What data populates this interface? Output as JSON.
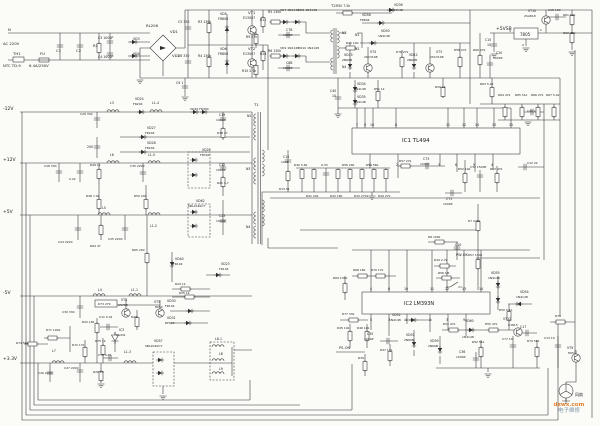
{
  "colors": {
    "ink": "#2e2e2e",
    "paper": "#fbfbf8",
    "watermark_orange": "#e08030",
    "watermark_gray": "#7f95a5"
  },
  "watermark": {
    "line1": "dzwx.com",
    "line2": "电子维修"
  },
  "labels": [
    [
      "N",
      8,
      31
    ],
    [
      "AC 220V",
      3,
      45
    ],
    [
      "TH1",
      13,
      55
    ],
    [
      "NTC TD-9",
      3,
      67
    ],
    [
      "FU",
      40,
      55
    ],
    [
      "6.4A/250V",
      29,
      67
    ],
    [
      "C1",
      56,
      52
    ],
    [
      "C2",
      76,
      52
    ],
    [
      "C3 1000P",
      98,
      39,
      3.2
    ],
    [
      "R1",
      93,
      47
    ],
    [
      "C4 1000P",
      98,
      58,
      3.2
    ],
    [
      "VD3",
      133,
      40,
      3.2
    ],
    [
      "VD4",
      133,
      55,
      3.2
    ],
    [
      "RL206",
      146,
      27
    ],
    [
      "VD1",
      170,
      33
    ],
    [
      "VD2",
      172,
      57
    ],
    [
      "C9 1",
      176,
      84,
      3.2
    ],
    [
      "C5 330",
      178,
      23,
      3.2
    ],
    [
      "R3 130k",
      198,
      23,
      3.2
    ],
    [
      "C6 330",
      178,
      57,
      3.2
    ],
    [
      "R4 130k",
      198,
      57,
      3.2
    ],
    [
      "VD5",
      220,
      15,
      3.2
    ],
    [
      "FR806",
      218,
      20,
      3.2
    ],
    [
      "VT1",
      248,
      14
    ],
    [
      "E13007",
      243,
      19,
      3.2
    ],
    [
      "VD6",
      220,
      50,
      3.2
    ],
    [
      "FR806",
      218,
      55,
      3.2
    ],
    [
      "VT2",
      248,
      50
    ],
    [
      "E13007",
      243,
      55,
      3.2
    ],
    [
      "R11",
      260,
      21,
      3.2
    ],
    [
      "R9 27k",
      246,
      38,
      3.2
    ],
    [
      "R26",
      260,
      55,
      3.2
    ],
    [
      "R10 2.7k",
      242,
      72,
      3.2
    ],
    [
      "R5 130k",
      268,
      13,
      3.2
    ],
    [
      "VD7 1N4148",
      280,
      11,
      3
    ],
    [
      "VD8 1N4148",
      298,
      11,
      3
    ],
    [
      "R6 130k",
      268,
      52,
      3.2
    ],
    [
      "VD9 1N4148",
      280,
      49,
      3
    ],
    [
      "VD10 1N4148",
      298,
      49,
      3
    ],
    [
      "C7B",
      286,
      31,
      3.2
    ],
    [
      "1000P",
      283,
      36,
      3
    ],
    [
      "C8B",
      286,
      64,
      3.2
    ],
    [
      "1000P",
      283,
      69,
      3
    ],
    [
      "T2",
      331,
      7
    ],
    [
      "N3",
      342,
      34,
      3.2
    ],
    [
      "N1",
      355,
      36,
      3.2
    ],
    [
      "N2",
      355,
      50,
      3.2
    ],
    [
      "N4",
      342,
      68,
      3.2
    ],
    [
      "R45 100",
      346,
      44,
      3
    ],
    [
      "R50 7.5k",
      336,
      7,
      3.2
    ],
    [
      "VD36",
      394,
      6,
      3.2
    ],
    [
      "1N4148",
      391,
      11,
      3
    ],
    [
      "VD58",
      362,
      16,
      3.2
    ],
    [
      "FR804",
      360,
      21,
      3
    ],
    [
      "VD50",
      381,
      32,
      3.2
    ],
    [
      "1N4148",
      378,
      37,
      3
    ],
    [
      "VD15",
      344,
      56,
      3.2
    ],
    [
      "2N60B",
      342,
      61,
      3
    ],
    [
      "VT4",
      370,
      53,
      3.2
    ],
    [
      "2SC3198",
      364,
      58,
      3
    ],
    [
      "R76 27k",
      396,
      53,
      3
    ],
    [
      "VD12",
      409,
      56,
      3.2
    ],
    [
      "2N60B",
      407,
      61,
      3
    ],
    [
      "VT3",
      436,
      53,
      3.2
    ],
    [
      "2SC3198",
      430,
      58,
      3
    ],
    [
      "R58 27k",
      454,
      51,
      3
    ],
    [
      "R60 27k",
      473,
      51,
      3
    ],
    [
      "C20",
      496,
      54,
      3.2
    ],
    [
      "1000P",
      493,
      59,
      3
    ],
    [
      "R59 1k",
      435,
      88,
      3
    ],
    [
      "VD34",
      357,
      85,
      3.2
    ],
    [
      "1N4148",
      354,
      90,
      3
    ],
    [
      "VD35",
      357,
      98,
      3.2
    ],
    [
      "1N4148",
      354,
      103,
      3
    ],
    [
      "R51 1k",
      374,
      90,
      3
    ],
    [
      "C40",
      330,
      92,
      3.2
    ],
    [
      "10",
      332,
      97,
      3.2
    ],
    [
      "+5VSB",
      496,
      30,
      4.5
    ],
    [
      "C15",
      485,
      41,
      3.2
    ],
    [
      "10",
      487,
      46,
      3.2
    ],
    [
      "7805",
      520,
      36,
      4
    ],
    [
      "3",
      509,
      32,
      3
    ],
    [
      "2",
      522,
      46,
      3
    ],
    [
      "1",
      540,
      31,
      3
    ],
    [
      "VT10",
      528,
      12,
      3.2
    ],
    [
      "2SA818",
      524,
      17,
      3
    ],
    [
      "C16 100",
      548,
      11,
      3
    ],
    [
      "R61 10k",
      563,
      16,
      3
    ],
    [
      "R62 47k",
      563,
      34,
      3
    ],
    [
      "R63 5.4k",
      480,
      85,
      3
    ],
    [
      "R64 47k",
      498,
      96,
      3
    ],
    [
      "R65 51k",
      515,
      96,
      3
    ],
    [
      "R66 27k",
      531,
      96,
      3
    ],
    [
      "R67 5.4k",
      546,
      96,
      3
    ],
    [
      "C21 1",
      527,
      112,
      3
    ],
    [
      "IC1  TL494",
      402,
      142,
      5.5
    ],
    [
      "7",
      356,
      126,
      3.2
    ],
    [
      "9",
      364,
      126,
      3.2
    ],
    [
      "10",
      370,
      126,
      3.2
    ],
    [
      "8",
      395,
      126,
      3.2
    ],
    [
      "11",
      446,
      126,
      3.2
    ],
    [
      "12",
      462,
      126,
      3.2
    ],
    [
      "14",
      475,
      126,
      3.2
    ],
    [
      "13",
      492,
      126,
      3.2
    ],
    [
      "15",
      509,
      126,
      3.2
    ],
    [
      "1",
      369,
      166,
      3.2
    ],
    [
      "2",
      396,
      166,
      3.2
    ],
    [
      "3",
      438,
      166,
      3.2
    ],
    [
      "6",
      455,
      166,
      3.2
    ],
    [
      "5",
      473,
      166,
      3.2
    ],
    [
      "4",
      491,
      166,
      3.2
    ],
    [
      "C10",
      283,
      158,
      3.2
    ],
    [
      "100P",
      281,
      163,
      3
    ],
    [
      "R13 51",
      279,
      190,
      3
    ],
    [
      "R40 5.6k",
      294,
      166,
      3
    ],
    [
      "R41 24k",
      306,
      197,
      3
    ],
    [
      "0.33",
      321,
      166,
      3
    ],
    [
      "R42 18k",
      330,
      197,
      3
    ],
    [
      "R56 20k",
      342,
      166,
      3
    ],
    [
      "R43 270k",
      354,
      197,
      3
    ],
    [
      "R54 56k",
      366,
      166,
      3
    ],
    [
      "R44 27k",
      378,
      197,
      3
    ],
    [
      "R57 27k",
      399,
      162,
      3
    ],
    [
      "C73",
      423,
      160,
      3.2
    ],
    [
      "1000P",
      420,
      165,
      3
    ],
    [
      "C71",
      446,
      200,
      3.2
    ],
    [
      "1000P",
      443,
      205,
      3
    ],
    [
      "R52 10k",
      458,
      170,
      3
    ],
    [
      "C32 1500P",
      470,
      168,
      3
    ],
    [
      "R53 47k",
      490,
      170,
      3
    ],
    [
      "C12 22",
      527,
      164,
      3
    ],
    [
      "R7 270k",
      468,
      222,
      3
    ],
    [
      "T1",
      254,
      106
    ],
    [
      "N2",
      247,
      117,
      3.2
    ],
    [
      "N3",
      246,
      170,
      3.2
    ],
    [
      "N4",
      246,
      228,
      3.2
    ],
    [
      "VD20 FR304",
      190,
      110,
      3
    ],
    [
      "C19",
      219,
      116,
      3.2
    ],
    [
      "1000P",
      216,
      121,
      3
    ],
    [
      "R18 47",
      217,
      134,
      3
    ],
    [
      "VD26",
      202,
      151,
      3.2
    ],
    [
      "FR302",
      200,
      156,
      3
    ],
    [
      "C22",
      219,
      166,
      3.2
    ],
    [
      "1000P",
      216,
      171,
      3
    ],
    [
      "R21 4.7",
      217,
      184,
      3
    ],
    [
      "VD62",
      196,
      202,
      3.2
    ],
    [
      "SBL1040CT",
      188,
      207,
      3
    ],
    [
      "C23",
      219,
      217,
      3.2
    ],
    [
      "1000P",
      216,
      222,
      3
    ],
    [
      "-12V",
      3,
      110,
      4.5
    ],
    [
      "L3",
      110,
      104,
      3.2
    ],
    [
      "VD24",
      135,
      100,
      3.2
    ],
    [
      "FR204",
      133,
      105,
      3
    ],
    [
      "L1-4",
      152,
      104,
      3.2
    ],
    [
      "C29 330",
      80,
      115,
      3
    ],
    [
      "VD27",
      147,
      129,
      3.2
    ],
    [
      "FR204",
      145,
      134,
      3
    ],
    [
      "200",
      87,
      148,
      3.2
    ],
    [
      "VD28",
      147,
      144,
      3.2
    ],
    [
      "FR204",
      145,
      149,
      3
    ],
    [
      "+12V",
      3,
      161,
      4.5
    ],
    [
      "L6",
      110,
      156,
      3.2
    ],
    [
      "L1-5",
      148,
      156,
      3.2
    ],
    [
      "C28 330",
      44,
      167,
      3
    ],
    [
      "0.22",
      69,
      180,
      3
    ],
    [
      "R49 1k",
      90,
      166,
      3
    ],
    [
      "C35 2200",
      130,
      167,
      3
    ],
    [
      "R48 7.4k",
      86,
      197,
      3
    ],
    [
      "R50 240",
      134,
      197,
      3
    ],
    [
      "+5V",
      3,
      213,
      4.5
    ],
    [
      "L5",
      102,
      209,
      3.2
    ],
    [
      "L1-2",
      150,
      227,
      3.2
    ],
    [
      "C24 2200",
      58,
      243,
      3
    ],
    [
      "C25 2200",
      108,
      240,
      3
    ],
    [
      "R64 47",
      90,
      247,
      3
    ],
    [
      "R65 240",
      132,
      251,
      3
    ],
    [
      "-5V",
      3,
      294,
      4.5
    ],
    [
      "L4",
      98,
      291,
      3.2
    ],
    [
      "L1-1",
      131,
      291,
      3.2
    ],
    [
      "C30 330",
      62,
      313,
      3
    ],
    [
      "+3.3V",
      3,
      360,
      4.5
    ],
    [
      "R71 100k",
      46,
      331,
      3
    ],
    [
      "R74 56k",
      16,
      344,
      3
    ],
    [
      "R22 18k",
      82,
      323,
      3
    ],
    [
      "C11 0.01",
      99,
      318,
      3
    ],
    [
      "IC3",
      119,
      331,
      3.2
    ],
    [
      "KA431",
      116,
      336,
      3
    ],
    [
      "R72 17k",
      72,
      346,
      3
    ],
    [
      "R75 1k",
      95,
      342,
      3
    ],
    [
      "C75 0.01",
      98,
      356,
      3
    ],
    [
      "L7",
      52,
      352,
      3.2
    ],
    [
      "C26 2200",
      38,
      374,
      3
    ],
    [
      "C27 2200",
      64,
      369,
      3
    ],
    [
      "R20 10",
      93,
      373,
      3
    ],
    [
      "L1-3",
      124,
      353,
      3.2
    ],
    [
      "VD57",
      154,
      342,
      3.2
    ],
    [
      "SBL2040CT",
      145,
      347,
      3
    ],
    [
      "R73 27K",
      98,
      305,
      3
    ],
    [
      "VT8",
      121,
      301,
      3.2
    ],
    [
      "C5758",
      118,
      306,
      3
    ],
    [
      "VT5",
      154,
      303,
      3.2
    ],
    [
      "8050",
      155,
      308,
      3
    ],
    [
      "R23",
      131,
      318,
      3
    ],
    [
      "VD40",
      175,
      260,
      3.2
    ],
    [
      "FR104",
      173,
      265,
      3
    ],
    [
      "VD23",
      221,
      265,
      3.2
    ],
    [
      "FR104",
      219,
      270,
      3
    ],
    [
      "R24 1k",
      175,
      285,
      3
    ],
    [
      "R25 1k",
      179,
      294,
      3
    ],
    [
      "VD30",
      167,
      302,
      3.2
    ],
    [
      "FR104",
      165,
      307,
      3
    ],
    [
      "VD31",
      167,
      319,
      3.2
    ],
    [
      "RF104",
      165,
      324,
      3
    ],
    [
      "L8-1",
      215,
      340,
      3.2
    ],
    [
      "L8",
      219,
      355,
      3.2
    ],
    [
      "L9",
      219,
      370,
      3.2
    ],
    [
      "IC2  LM393N",
      404,
      305,
      5
    ],
    [
      "4",
      370,
      290,
      3.2
    ],
    [
      "6",
      388,
      290,
      3.2
    ],
    [
      "10",
      404,
      290,
      3.2
    ],
    [
      "11",
      430,
      290,
      3.2
    ],
    [
      "12",
      445,
      290,
      3.2
    ],
    [
      "13",
      462,
      290,
      3.2
    ],
    [
      "14",
      479,
      290,
      3.2
    ],
    [
      "5",
      370,
      321,
      3.2
    ],
    [
      "7",
      388,
      321,
      3.2
    ],
    [
      "1",
      405,
      321,
      3.2
    ],
    [
      "2",
      429,
      321,
      3.2
    ],
    [
      "3",
      446,
      321,
      3.2
    ],
    [
      "9",
      463,
      321,
      3.2
    ],
    [
      "R69 130k",
      333,
      279,
      3
    ],
    [
      "R68 18k",
      353,
      271,
      3
    ],
    [
      "R70 17k",
      371,
      271,
      3
    ],
    [
      "R44 2.7k",
      434,
      261,
      3
    ],
    [
      "R56 1M",
      438,
      274,
      3
    ],
    [
      "R8 100k",
      428,
      238,
      3
    ],
    [
      "C10",
      455,
      246,
      3.2
    ],
    [
      "PW-OK",
      456,
      256,
      3.5
    ],
    [
      "R57 130k",
      468,
      256,
      3
    ],
    [
      "VD55",
      491,
      274,
      3.2
    ],
    [
      "1N4148",
      488,
      279,
      3
    ],
    [
      "VD54",
      520,
      293,
      3.2
    ],
    [
      "1N4148",
      516,
      298,
      3
    ],
    [
      "R50 5.1k",
      499,
      311,
      3
    ],
    [
      "VT12",
      503,
      320,
      3.2
    ],
    [
      "C1815",
      508,
      326,
      3
    ],
    [
      "R77 33k",
      342,
      315,
      3
    ],
    [
      "R45 10k",
      337,
      329,
      3
    ],
    [
      "R46 10k",
      357,
      329,
      3
    ],
    [
      "PS-ON",
      339,
      349,
      3.5
    ],
    [
      "C35",
      367,
      335,
      3.2
    ],
    [
      "1000P",
      364,
      340,
      3
    ],
    [
      "VD52",
      392,
      316,
      3.2
    ],
    [
      "1N4148",
      389,
      321,
      3
    ],
    [
      "VD51",
      406,
      336,
      3.2
    ],
    [
      "2N60B",
      404,
      341,
      3
    ],
    [
      "R47 17k",
      380,
      351,
      3
    ],
    [
      "R39",
      358,
      359,
      3
    ],
    [
      "R51 47k",
      443,
      325,
      3
    ],
    [
      "VD60",
      465,
      322,
      3.2
    ],
    [
      "1N4148",
      462,
      338,
      3
    ],
    [
      "R55 47k",
      485,
      325,
      3
    ],
    [
      "VD59",
      430,
      342,
      3.2
    ],
    [
      "2N60B",
      428,
      347,
      3
    ],
    [
      "C36",
      459,
      353,
      3.2
    ],
    [
      "1000P",
      456,
      358,
      3
    ],
    [
      "R52 51k",
      472,
      343,
      3
    ],
    [
      "C77 10",
      502,
      340,
      3
    ],
    [
      "R79 56k",
      527,
      342,
      3
    ],
    [
      "C17",
      520,
      328,
      3.2
    ],
    [
      "R78",
      555,
      317,
      3
    ],
    [
      "C13 10",
      544,
      339,
      3
    ],
    [
      "VT9",
      567,
      349,
      3.2
    ],
    [
      "8050",
      568,
      354,
      3
    ],
    [
      "风扇",
      575,
      396,
      4
    ]
  ]
}
